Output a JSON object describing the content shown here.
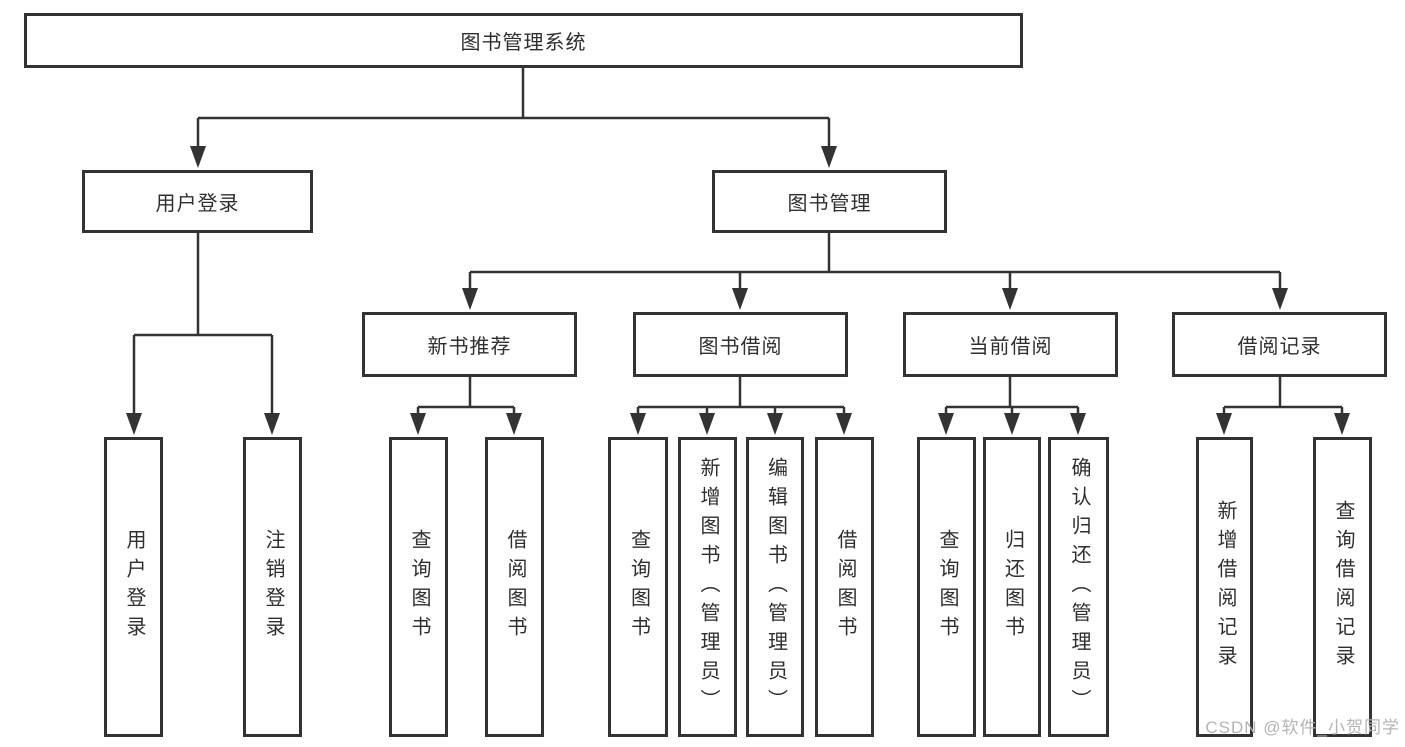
{
  "diagram_title": "图书管理系统",
  "tree": {
    "label": "图书管理系统",
    "children": [
      {
        "label": "用户登录",
        "children": [
          {
            "label": "用户登录"
          },
          {
            "label": "注销登录"
          }
        ]
      },
      {
        "label": "图书管理",
        "children": [
          {
            "label": "新书推荐",
            "children": [
              {
                "label": "查询图书"
              },
              {
                "label": "借阅图书"
              }
            ]
          },
          {
            "label": "图书借阅",
            "children": [
              {
                "label": "查询图书"
              },
              {
                "label": "新增图书（管理员）"
              },
              {
                "label": "编辑图书（管理员）"
              },
              {
                "label": "借阅图书"
              }
            ]
          },
          {
            "label": "当前借阅",
            "children": [
              {
                "label": "查询图书"
              },
              {
                "label": "归还图书"
              },
              {
                "label": "确认归还（管理员）"
              }
            ]
          },
          {
            "label": "借阅记录",
            "children": [
              {
                "label": "新增借阅记录"
              },
              {
                "label": "查询借阅记录"
              }
            ]
          }
        ]
      }
    ]
  },
  "watermark": {
    "text": "CSDN @软件_小贺同学"
  },
  "colors": {
    "line": "#333333",
    "text": "#2f2f2f",
    "box_background": "#ffffff",
    "watermark": "#b4b4b4"
  }
}
